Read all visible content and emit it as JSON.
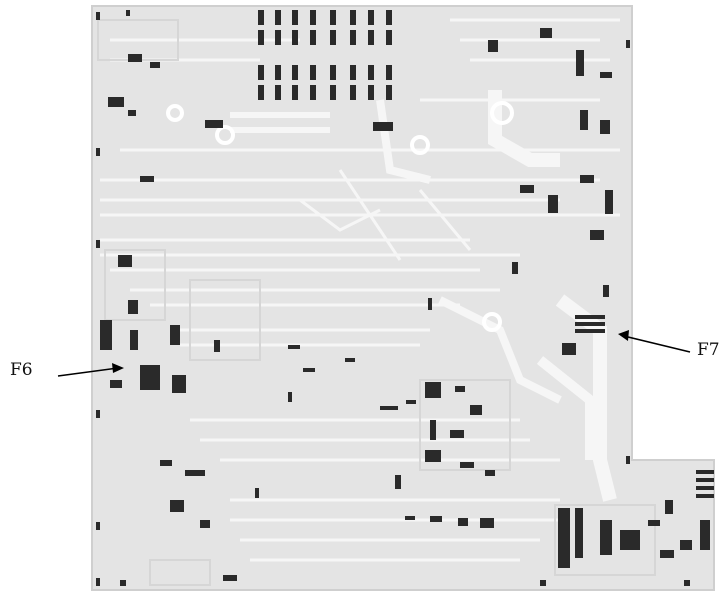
{
  "figure": {
    "type": "pcb-layout-drawing",
    "board_fill": "#e4e4e4",
    "trace_color": "#f7f7f7",
    "component_color": "#222222",
    "background": "#ffffff"
  },
  "callouts": [
    {
      "label": "F6",
      "points_to": "fuse-f6"
    },
    {
      "label": "F7",
      "points_to": "fuse-f7"
    }
  ]
}
